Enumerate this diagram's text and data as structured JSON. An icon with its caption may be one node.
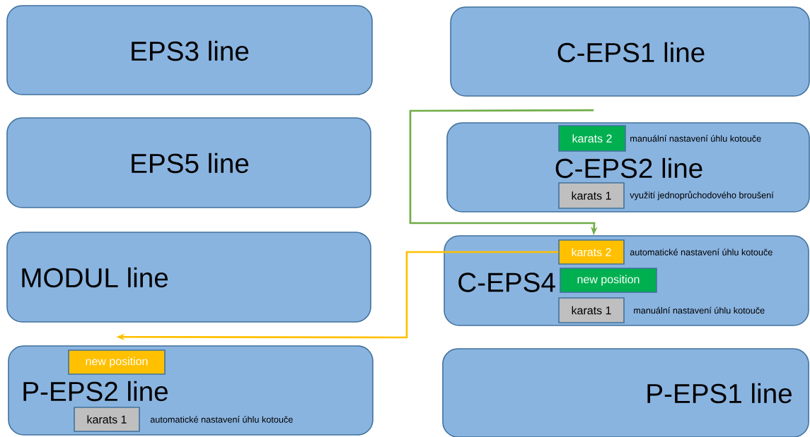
{
  "diagram": {
    "nodes": [
      {
        "text": [
          "EPS3 line"
        ]
      },
      {
        "text": [
          "C-EPS1 line"
        ]
      },
      {
        "text": [
          "EPS5 line"
        ]
      },
      {
        "text": [
          "C-EPS2 line"
        ]
      },
      {
        "text": [
          "karats 2"
        ],
        "in": 3,
        "beside": [
          "manuální nastavení úhlu kotouče"
        ]
      },
      {
        "text": [
          "karats 1"
        ],
        "in": 3,
        "beside": [
          "využití jednoprůchodového broušení"
        ]
      },
      {
        "text": [
          "MODUL line"
        ]
      },
      {
        "text": [
          "C-EPS4"
        ]
      },
      {
        "text": [
          "karats 2"
        ],
        "in": 7,
        "beside": [
          "automatické nastavení úhlu kotouče"
        ]
      },
      {
        "text": [
          "new position"
        ],
        "in": 7
      },
      {
        "text": [
          "karats 1"
        ],
        "in": 7,
        "beside": [
          "manuální nastavení úhlu kotouče"
        ]
      },
      {
        "text": [
          "P-EPS2 line"
        ]
      },
      {
        "text": [
          "new position"
        ],
        "in": 11
      },
      {
        "text": [
          "karats 1"
        ],
        "in": 11,
        "beside": [
          "automatické nastavení úhlu kotouče"
        ]
      },
      {
        "text": [
          "P-EPS1 line"
        ]
      }
    ],
    "edges": [
      {
        "from": 3,
        "to": 7,
        "arrow": "to",
        "color": "#70ad47"
      },
      {
        "from": 8,
        "to": 11,
        "arrow": "to",
        "color": "#ffc000"
      }
    ]
  }
}
